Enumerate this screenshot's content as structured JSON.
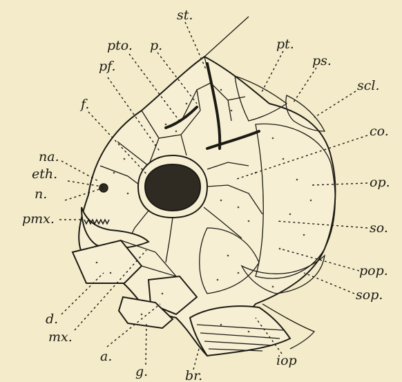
{
  "labels": {
    "st": "st.",
    "pto": "pto.",
    "p": "p.",
    "pt": "pt.",
    "ps": "ps.",
    "pf": "pf.",
    "scl": "scl.",
    "f": "f.",
    "co": "co.",
    "na": "na.",
    "eth": "eth.",
    "op": "op.",
    "n": "n.",
    "pmx": "pmx.",
    "so": "so.",
    "pop": "pop.",
    "sop": "sop.",
    "d": "d.",
    "mx": "mx.",
    "a": "a.",
    "g": "g.",
    "br": "br.",
    "iop": "iop"
  }
}
